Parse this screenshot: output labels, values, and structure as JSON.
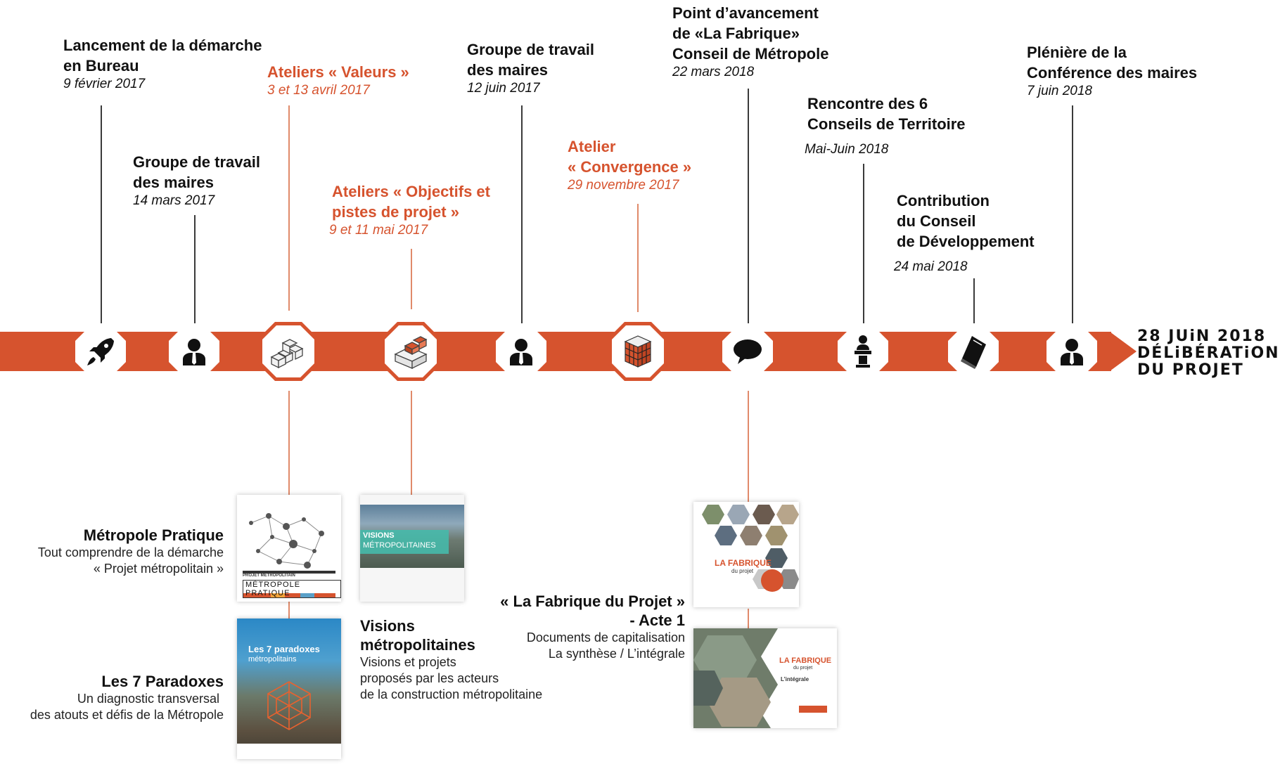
{
  "events": [
    {
      "title1": "Lancement de la démarche",
      "title2": "en Bureau",
      "date": "9 février 2017",
      "icon": "rocket-icon"
    },
    {
      "title1": "Groupe de travail",
      "title2": "des maires",
      "date": "14 mars 2017",
      "icon": "person-icon"
    },
    {
      "title1": "Ateliers « Valeurs »",
      "date": "3 et 13 avril 2017",
      "icon": "blocks-icon",
      "color": "#d6532e"
    },
    {
      "title1": "Ateliers « Objectifs et",
      "title2": "pistes de projet »",
      "date": "9 et 11 mai 2017",
      "icon": "blocks-stack-icon",
      "color": "#d6532e"
    },
    {
      "title1": "Groupe de travail",
      "title2": "des maires",
      "date": "12 juin 2017",
      "icon": "person-icon"
    },
    {
      "title1": "Atelier",
      "title2": "« Convergence »",
      "date": "29 novembre 2017",
      "icon": "cube-icon",
      "color": "#d6532e"
    },
    {
      "title1": "Point d’avancement",
      "title2": "de «La Fabrique»",
      "title3": "Conseil de Métropole",
      "date": "22 mars 2018",
      "icon": "speech-bubble-icon"
    },
    {
      "title1": "Rencontre des 6",
      "title2": "Conseils de Territoire",
      "date": "Mai-Juin 2018",
      "icon": "speaker-podium-icon"
    },
    {
      "title1": "Contribution",
      "title2": "du Conseil",
      "title3": "de Développement",
      "date": "24 mai 2018",
      "icon": "book-icon"
    },
    {
      "title1": "Plénière de la",
      "title2": "Conférence des maires",
      "date": "7 juin 2018",
      "icon": "person-icon"
    }
  ],
  "final": {
    "line1": "28 JUiN 2018",
    "line2": "DÉLiBÉRATiON",
    "line3": "DU PROJET"
  },
  "publications": {
    "metropole_pratique": {
      "title": "Métropole Pratique",
      "line1": "Tout comprendre de la démarche",
      "line2": "« Projet métropolitain »"
    },
    "paradoxes": {
      "title": "Les 7 Paradoxes",
      "line1": "Un diagnostic transversal",
      "line2": "des atouts et défis de la Métropole"
    },
    "visions": {
      "title1": "Visions",
      "title2": "métropolitaines",
      "line1": "Visions et projets",
      "line2": "proposés par les acteurs",
      "line3": "de la construction métropolitaine"
    },
    "fabrique": {
      "title1": "« La Fabrique du Projet »",
      "title2": "- Acte 1",
      "line1": "Documents de capitalisation",
      "line2": "La synthèse / L’intégrale"
    }
  },
  "covers": {
    "metropole_pratique": {
      "header": "PROJET MÉTROPOLITAIN",
      "title": "MÉTROPOLE PRATIQUE"
    },
    "visions": {
      "title1": "VISIONS",
      "title2": "MÉTROPOLITAINES"
    },
    "paradoxes": {
      "title1": "Les 7 paradoxes",
      "title2": "métropolitains"
    },
    "fabrique1": {
      "logo": "LA FABRIQUE",
      "sub": "du projet"
    },
    "fabrique2": {
      "logo": "LA FABRIQUE",
      "sub": "du projet",
      "label": "L’intégrale"
    }
  },
  "colors": {
    "accent": "#d6532e",
    "text": "#111111",
    "octagon": "#ffffff"
  }
}
